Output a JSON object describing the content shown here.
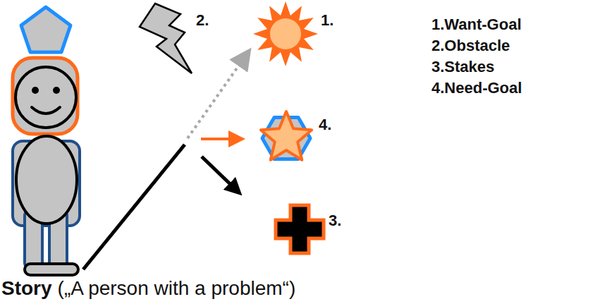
{
  "diagram": {
    "caption": "Story",
    "labels": [
      "2.",
      "1.",
      "4.",
      "3.",
      "1.Want-Goal",
      "2.Obstacle",
      "3.Stakes",
      "4.Need-Goal",
      "(„A person with a problem“)"
    ]
  }
}
